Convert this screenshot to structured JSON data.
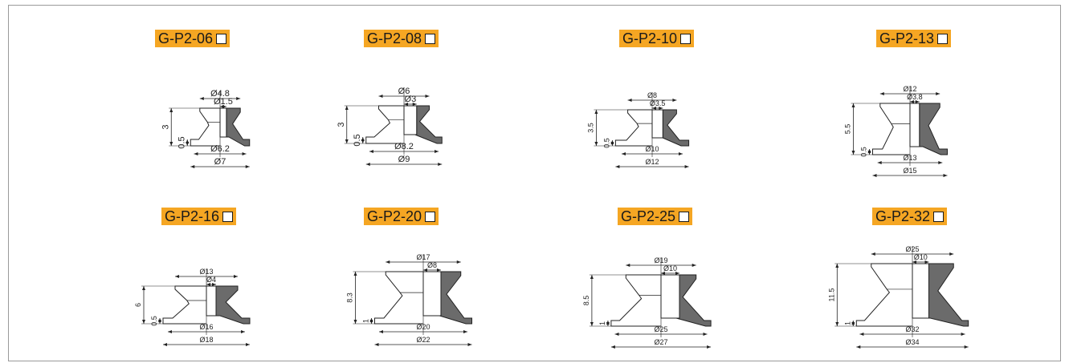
{
  "parts": [
    {
      "label": "G-P2-06",
      "dims": {
        "top": "Ø4.8",
        "inner": "Ø1.5",
        "bottom_inner": "Ø6.2",
        "bottom_outer": "Ø7",
        "height": "3",
        "lip": "0.5"
      }
    },
    {
      "label": "G-P2-08",
      "dims": {
        "top": "Ø6",
        "inner": "Ø3",
        "bottom_inner": "Ø8.2",
        "bottom_outer": "Ø9",
        "height": "3",
        "lip": "0.5"
      }
    },
    {
      "label": "G-P2-10",
      "dims": {
        "top": "Ø8",
        "inner": "Ø3.5",
        "bottom_inner": "Ø10",
        "bottom_outer": "Ø12",
        "height": "3.5",
        "lip": "0.5"
      }
    },
    {
      "label": "G-P2-13",
      "dims": {
        "top": "Ø12",
        "inner": "Ø3.8",
        "bottom_inner": "Ø13",
        "bottom_outer": "Ø15",
        "height": "5.5",
        "lip": "0.5"
      }
    },
    {
      "label": "G-P2-16",
      "dims": {
        "top": "Ø13",
        "inner": "Ø4",
        "bottom_inner": "Ø16",
        "bottom_outer": "Ø18",
        "height": "6",
        "lip": "0.5"
      }
    },
    {
      "label": "G-P2-20",
      "dims": {
        "top": "Ø17",
        "inner": "Ø8",
        "bottom_inner": "Ø20",
        "bottom_outer": "Ø22",
        "height": "8.3",
        "lip": "1"
      }
    },
    {
      "label": "G-P2-25",
      "dims": {
        "top": "Ø19",
        "inner": "Ø10",
        "bottom_inner": "Ø25",
        "bottom_outer": "Ø27",
        "height": "8.5",
        "lip": "1"
      }
    },
    {
      "label": "G-P2-32",
      "dims": {
        "top": "Ø25",
        "inner": "Ø10",
        "bottom_inner": "Ø32",
        "bottom_outer": "Ø34",
        "height": "11.5",
        "lip": "1"
      }
    }
  ],
  "colors": {
    "label_bg": "#f5a623",
    "material": "#6b6b6b",
    "line": "#222222",
    "frame": "#9a9a9a"
  }
}
